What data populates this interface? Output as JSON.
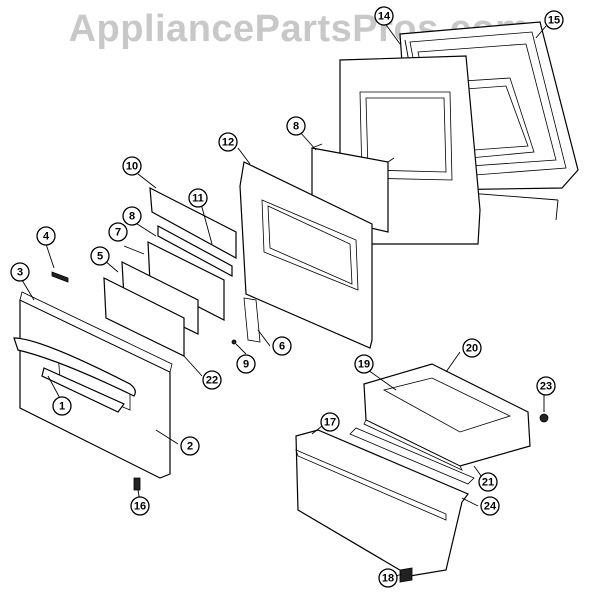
{
  "watermark": "AppliancePartsPros.com",
  "callouts": [
    {
      "num": "1"
    },
    {
      "num": "2"
    },
    {
      "num": "3"
    },
    {
      "num": "4"
    },
    {
      "num": "5"
    },
    {
      "num": "6"
    },
    {
      "num": "7"
    },
    {
      "num": "8"
    },
    {
      "num": "8"
    },
    {
      "num": "9"
    },
    {
      "num": "10"
    },
    {
      "num": "11"
    },
    {
      "num": "12"
    },
    {
      "num": "14"
    },
    {
      "num": "15"
    },
    {
      "num": "16"
    },
    {
      "num": "17"
    },
    {
      "num": "18"
    },
    {
      "num": "19"
    },
    {
      "num": "20"
    },
    {
      "num": "21"
    },
    {
      "num": "22"
    },
    {
      "num": "23"
    },
    {
      "num": "24"
    }
  ]
}
